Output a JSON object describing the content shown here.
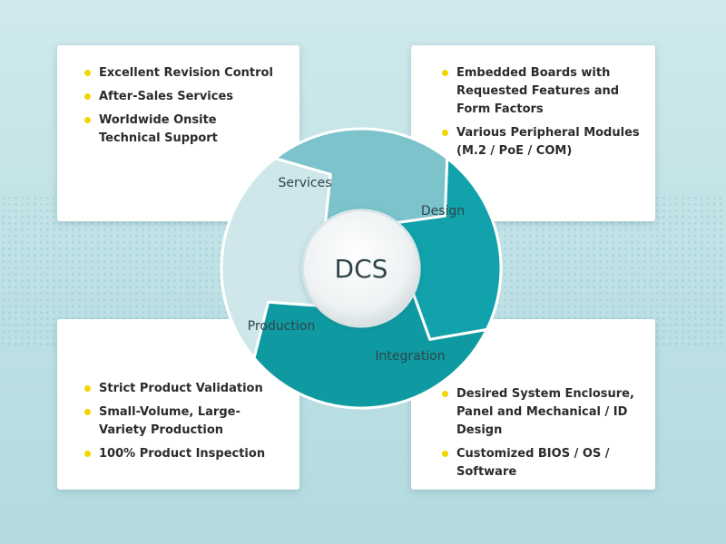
{
  "center": {
    "label": "DCS"
  },
  "segments": {
    "services": "Services",
    "design": "Design",
    "integration": "Integration",
    "production": "Production"
  },
  "cards": {
    "services": {
      "items": [
        "Excellent Revision Control",
        "After-Sales Services",
        "Worldwide Onsite Technical Support"
      ]
    },
    "design": {
      "items": [
        "Embedded Boards with Requested Features and Form Factors",
        "Various Peripheral Modules (M.2 / PoE / COM)"
      ]
    },
    "production": {
      "items": [
        "Strict Product Validation",
        "Small-Volume, Large-Variety Production",
        "100% Product Inspection"
      ]
    },
    "integration": {
      "items": [
        "Desired System Enclosure, Panel and Mechanical / ID Design",
        "Customized BIOS / OS / Software"
      ]
    }
  },
  "colors": {
    "services": "#7cc3cb",
    "design": "#12a2ab",
    "integration": "#0f9aa2",
    "production": "#cfe7ea",
    "bullet": "#f2d600"
  },
  "icons": {
    "bullet": "yellow-dot"
  }
}
